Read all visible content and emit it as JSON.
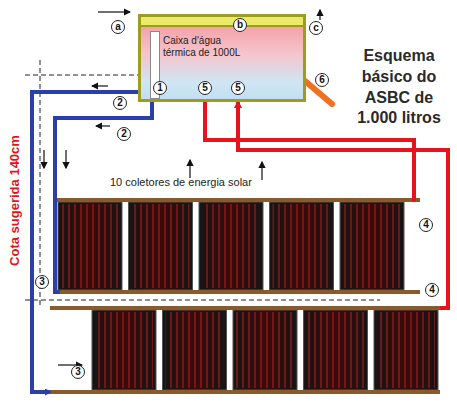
{
  "diagram": {
    "title": "Esquema básico do ASBC de 1.000 litros",
    "nodes": [
      {
        "text": [
          "Caixa d'água térmica de 1000L"
        ]
      },
      {
        "text": [
          "10 coletores de energia solar"
        ]
      }
    ],
    "edges": [
      {
        "from": 0,
        "to": 1,
        "arrow": "to"
      },
      {
        "from": 1,
        "to": 0,
        "arrow": "to"
      }
    ],
    "labels": [
      "a",
      "b",
      "c",
      "1",
      "5",
      "5",
      "6",
      "2",
      "2",
      "3",
      "3",
      "4",
      "4",
      "Cota sugerida 140cm"
    ]
  }
}
